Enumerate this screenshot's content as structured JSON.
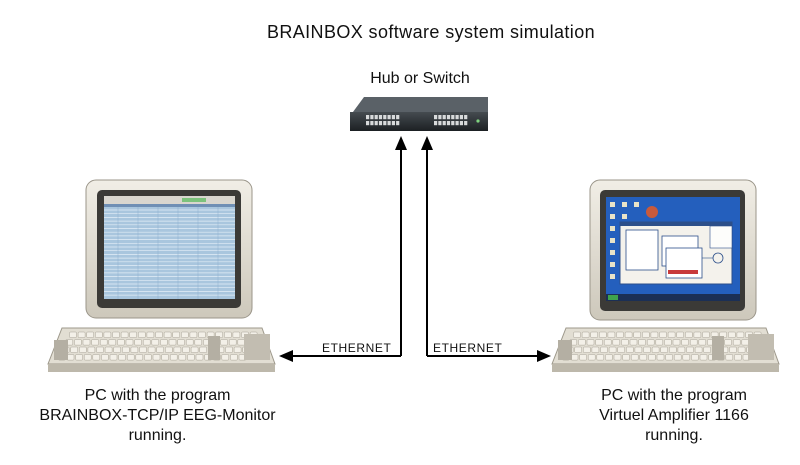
{
  "title": "BRAINBOX software system simulation",
  "hub": {
    "label": "Hub or Switch"
  },
  "links": {
    "left_label": "ETHERNET",
    "right_label": "ETHERNET"
  },
  "left_pc": {
    "caption_line1": "PC with the program",
    "caption_line2": "BRAINBOX-TCP/IP EEG-Monitor",
    "caption_line3": "running."
  },
  "right_pc": {
    "caption_line1": "PC with the program",
    "caption_line2": "Virtuel Amplifier 1166",
    "caption_line3": "running."
  },
  "colors": {
    "arrow": "#000000",
    "hub_body": "#2b3033",
    "monitor_body": "#e6e2d8",
    "eeg_screen": "#a9c6de",
    "desktop_screen": "#1f56b3"
  }
}
